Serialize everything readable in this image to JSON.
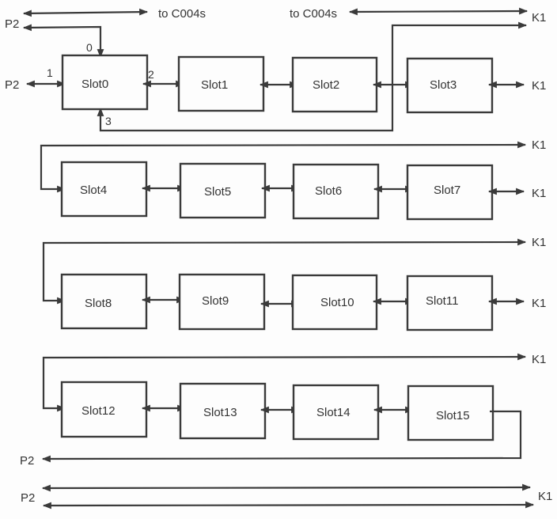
{
  "diagram": {
    "slots": [
      "Slot0",
      "Slot1",
      "Slot2",
      "Slot3",
      "Slot4",
      "Slot5",
      "Slot6",
      "Slot7",
      "Slot8",
      "Slot9",
      "Slot10",
      "Slot11",
      "Slot12",
      "Slot13",
      "Slot14",
      "Slot15"
    ],
    "top_labels": {
      "to_c004s_left": "to C004s",
      "to_c004s_right": "to C004s"
    },
    "side_labels": {
      "p2": "P2",
      "k1": "K1"
    },
    "slot0_ports": {
      "port0": "0",
      "port1": "1",
      "port2": "2",
      "port3": "3"
    },
    "edges": [
      {
        "from": "P2",
        "to": "to C004s",
        "type": "bidirectional"
      },
      {
        "from": "to C004s",
        "to": "K1",
        "type": "bidirectional"
      },
      {
        "from": "P2",
        "to": "Slot0",
        "port": "0"
      },
      {
        "from": "P2",
        "to": "Slot0",
        "port": "1",
        "type": "bidirectional"
      },
      {
        "from": "Slot0",
        "to": "Slot1",
        "port": "2",
        "type": "bidirectional"
      },
      {
        "from": "Slot1",
        "to": "Slot2",
        "type": "bidirectional"
      },
      {
        "from": "Slot2",
        "to": "Slot3",
        "type": "bidirectional"
      },
      {
        "from": "K1",
        "to": "Slot0",
        "port": "3"
      },
      {
        "from": "Slot3",
        "to": "K1",
        "type": "bidirectional"
      },
      {
        "from": "K1",
        "to": "Slot4"
      },
      {
        "from": "Slot4",
        "to": "Slot5",
        "type": "bidirectional"
      },
      {
        "from": "Slot5",
        "to": "Slot6",
        "type": "bidirectional"
      },
      {
        "from": "Slot6",
        "to": "Slot7",
        "type": "bidirectional"
      },
      {
        "from": "Slot7",
        "to": "K1",
        "type": "bidirectional"
      },
      {
        "from": "K1",
        "to": "Slot8"
      },
      {
        "from": "Slot8",
        "to": "Slot9",
        "type": "bidirectional"
      },
      {
        "from": "Slot9",
        "to": "Slot10",
        "type": "bidirectional"
      },
      {
        "from": "Slot10",
        "to": "Slot11",
        "type": "bidirectional"
      },
      {
        "from": "Slot11",
        "to": "K1",
        "type": "bidirectional"
      },
      {
        "from": "K1",
        "to": "Slot12"
      },
      {
        "from": "Slot12",
        "to": "Slot13",
        "type": "bidirectional"
      },
      {
        "from": "Slot13",
        "to": "Slot14",
        "type": "bidirectional"
      },
      {
        "from": "Slot14",
        "to": "Slot15",
        "type": "bidirectional"
      },
      {
        "from": "Slot15",
        "to": "P2"
      },
      {
        "from": "P2",
        "to": "K1",
        "type": "bidirectional"
      },
      {
        "from": "P2",
        "to": "K1",
        "type": "bidirectional"
      }
    ]
  }
}
